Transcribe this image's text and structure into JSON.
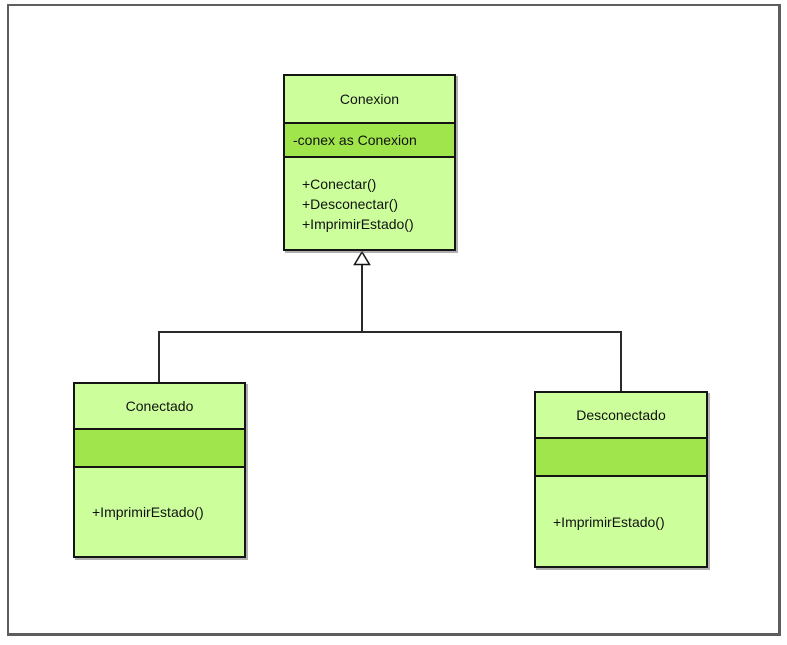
{
  "diagram": {
    "type": "uml-class-diagram",
    "classes": [
      {
        "name": "Conexion",
        "attributes": [
          "-conex as Conexion"
        ],
        "methods": [
          "+Conectar()",
          "+Desconectar()",
          "+ImprimirEstado()"
        ]
      },
      {
        "name": "Conectado",
        "attributes": [],
        "methods": [
          "+ImprimirEstado()"
        ]
      },
      {
        "name": "Desconectado",
        "attributes": [],
        "methods": [
          "+ImprimirEstado()"
        ]
      }
    ],
    "relations": [
      {
        "type": "generalization",
        "from": "Conectado",
        "to": "Conexion"
      },
      {
        "type": "generalization",
        "from": "Desconectado",
        "to": "Conexion"
      }
    ],
    "colors": {
      "class_fill": "#ccff9c",
      "attribute_fill": "#a1e54c",
      "class_border": "#141414",
      "connector_line": "#2a2a2a",
      "frame_border": "#5e5e5e",
      "background": "#ffffff"
    }
  }
}
